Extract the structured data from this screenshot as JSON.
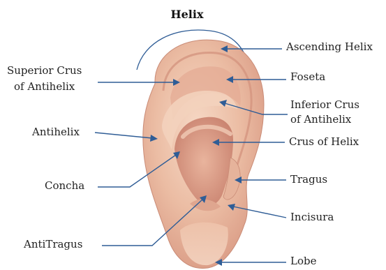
{
  "title": "Helix",
  "labels": {
    "ascending_helix": "Ascending Helix",
    "superior_crus_line1": "Superior Crus",
    "superior_crus_line2": "of Antihelix",
    "foseta": "Foseta",
    "inferior_crus_line1": "Inferior Crus",
    "inferior_crus_line2": "of Antihelix",
    "antihelix": "Antihelix",
    "crus_of_helix": "Crus of Helix",
    "concha": "Concha",
    "tragus": "Tragus",
    "incisura": "Incisura",
    "antitragus": "AntiTragus",
    "lobe": "Lobe"
  },
  "colors": {
    "leader": "#2f5d96",
    "skin_light": "#f1cdb4",
    "skin_mid": "#e2a88f",
    "skin_shadow": "#c98070"
  }
}
